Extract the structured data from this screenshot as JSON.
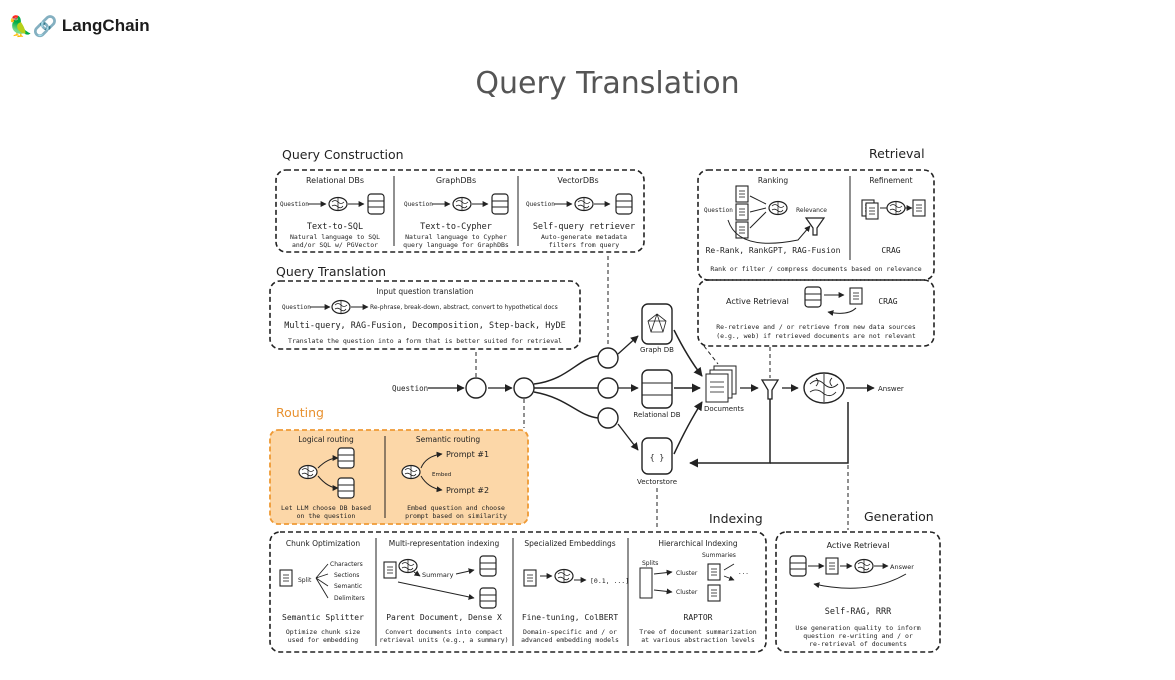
{
  "header": {
    "logo_icon": "🦜🔗",
    "logo_text": "LangChain",
    "title": "Query Translation"
  },
  "diagram": {
    "query_construction": {
      "title": "Query Construction",
      "relational": {
        "header": "Relational DBs",
        "input": "Question",
        "name": "Text-to-SQL",
        "desc1": "Natural language to SQL",
        "desc2": "and/or SQL w/ PGVector"
      },
      "graph": {
        "header": "GraphDBs",
        "input": "Question",
        "name": "Text-to-Cypher",
        "desc1": "Natural language to Cypher",
        "desc2": "query language for GraphDBs"
      },
      "vector": {
        "header": "VectorDBs",
        "input": "Question",
        "name": "Self-query retriever",
        "desc1": "Auto-generate metadata",
        "desc2": "filters from query"
      }
    },
    "query_translation": {
      "title": "Query Translation",
      "header": "Input question translation",
      "input": "Question",
      "flow": "Re-phrase, break-down, abstract, convert to hypothetical docs",
      "methods": "Multi-query, RAG-Fusion, Decomposition, Step-back, HyDE",
      "desc": "Translate the question into a form that is better suited for retrieval"
    },
    "routing": {
      "title": "Routing",
      "logical": {
        "header": "Logical routing",
        "desc1": "Let LLM choose DB based",
        "desc2": "on the question"
      },
      "semantic": {
        "header": "Semantic routing",
        "prompt1": "Prompt #1",
        "prompt2": "Prompt #2",
        "embed": "Embed",
        "desc1": "Embed question and choose",
        "desc2": "prompt based on similarity"
      }
    },
    "retrieval": {
      "title": "Retrieval",
      "ranking": {
        "header": "Ranking",
        "input": "Question",
        "relevance": "Relevance",
        "name": "Re-Rank, RankGPT, RAG-Fusion"
      },
      "refinement": {
        "header": "Refinement",
        "name": "CRAG"
      },
      "desc": "Rank or filter / compress documents based on relevance",
      "active": {
        "header": "Active Retrieval",
        "name": "CRAG",
        "desc1": "Re-retrieve and / or retrieve from new data sources",
        "desc2": "(e.g., web) if retrieved documents are not relevant"
      }
    },
    "flow": {
      "question": "Question",
      "graph_db": "Graph DB",
      "relational_db": "Relational DB",
      "vectorstore": "Vectorstore",
      "vector_glyph": "{ }",
      "documents": "Documents",
      "answer": "Answer"
    },
    "indexing": {
      "title": "Indexing",
      "chunk": {
        "header": "Chunk Optimization",
        "split": "Split",
        "items": [
          "Characters",
          "Sections",
          "Semantic",
          "Delimiters"
        ],
        "name": "Semantic Splitter",
        "desc1": "Optimize chunk size",
        "desc2": "used for embedding"
      },
      "multi": {
        "header": "Multi-representation indexing",
        "summary": "Summary",
        "name": "Parent Document, Dense X",
        "desc1": "Convert documents into compact",
        "desc2": "retrieval units (e.g., a summary)"
      },
      "embed": {
        "header": "Specialized Embeddings",
        "vector": "[0.1, ...]",
        "name": "Fine-tuning, ColBERT",
        "desc1": "Domain-specific and / or",
        "desc2": "advanced embedding models"
      },
      "hier": {
        "header": "Hierarchical Indexing",
        "splits": "Splits",
        "summaries": "Summaries",
        "cluster": "Cluster",
        "ellipsis": "...",
        "name": "RAPTOR",
        "desc1": "Tree of document summarization",
        "desc2": "at various abstraction levels"
      }
    },
    "generation": {
      "title": "Generation",
      "header": "Active Retrieval",
      "answer": "Answer",
      "name": "Self-RAG, RRR",
      "desc1": "Use generation quality to inform",
      "desc2": "question re-writing and / or",
      "desc3": "re-retrieval of documents"
    }
  },
  "colors": {
    "routing_fill": "#fcd7a8",
    "routing_border": "#ef9a35",
    "routing_title": "#e8912f",
    "title_gray": "#555555"
  }
}
